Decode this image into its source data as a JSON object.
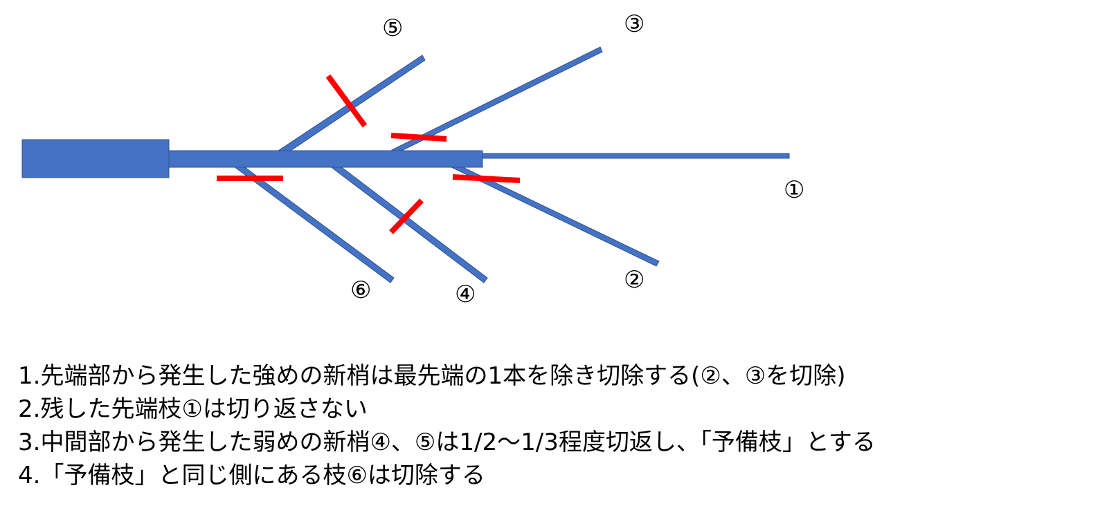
{
  "labels": {
    "b1": "①",
    "b2": "②",
    "b3": "③",
    "b4": "④",
    "b5": "⑤",
    "b6": "⑥"
  },
  "instructions": [
    "1.先端部から発生した強めの新梢は最先端の1本を除き切除する(②、③を切除)",
    "2.残した先端枝①は切り返さない",
    "3.中間部から発生した弱めの新梢④、⑤は1/2～1/3程度切返し、「予備枝」とする",
    "4.「予備枝」と同じ側にある枝⑥は切除する"
  ],
  "colors": {
    "branch": "#4472c4",
    "branch_outline": "#2f528f",
    "cut": "#ff0000",
    "text": "#000000"
  }
}
